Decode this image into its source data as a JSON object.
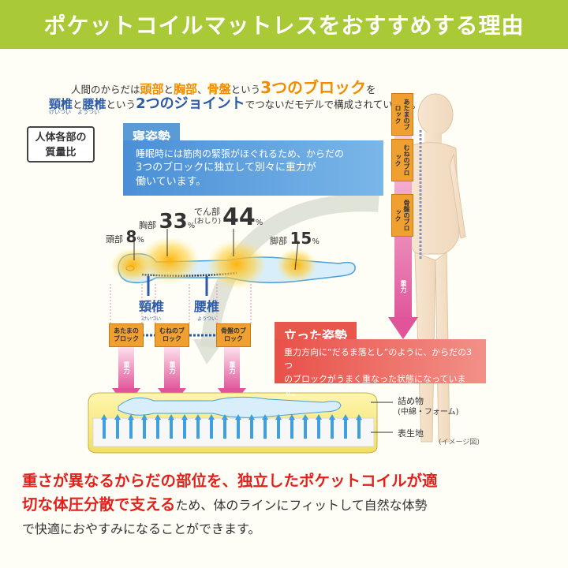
{
  "header": {
    "title": "ポケットコイルマットレスをおすすめする理由"
  },
  "intro": {
    "line1_a": "人間のからだは",
    "line1_head": "頭部",
    "line1_b": "と",
    "line1_chest": "胸部",
    "line1_c": "、",
    "line1_pelvis": "骨盤",
    "line1_d": "という",
    "line1_blocks": "3つのブロック",
    "line1_e": "を",
    "line2_neck": "頸椎",
    "line2_neck_ruby": "けいつい",
    "line2_a": "と",
    "line2_lumbar": "腰椎",
    "line2_lumbar_ruby": "ようつい",
    "line2_b": "という",
    "line2_joints": "2つのジョイント",
    "line2_c": "でつないだモデルで構成されています。"
  },
  "mass_ratio": {
    "line1": "人体各部の",
    "line2": "質量比"
  },
  "lying": {
    "tag": "寝姿勢",
    "desc1": "睡眠時には筋肉の緊張がほぐれるため、からだの",
    "desc2": "3つのブロックに独立して別々に重力が",
    "desc3": "働いています。"
  },
  "percentages": {
    "head_label": "頭部",
    "head_value": "8",
    "chest_label": "胸部",
    "chest_value": "33",
    "hip_label": "でん部",
    "hip_ruby": "(おしり)",
    "hip_value": "44",
    "leg_label": "脚部",
    "leg_value": "15",
    "unit": "%"
  },
  "joints": {
    "neck": "頸椎",
    "neck_ruby": "けいつい",
    "lumbar": "腰椎",
    "lumbar_ruby": "ようつい"
  },
  "blocks": {
    "head": "あたまのブロック",
    "chest": "むねのブロック",
    "pelvis": "骨盤のブロック",
    "gravity": "重力"
  },
  "standing": {
    "tag": "立った姿勢",
    "desc1": "重力方向に“だるま落とし”のように、からだの3つ",
    "desc2": "のブロックがうまく重なった状態になっています。"
  },
  "mattress": {
    "filling": "詰め物",
    "filling_sub": "(中綿・フォーム)",
    "fabric": "表生地",
    "note": "(イメージ図)"
  },
  "bottom": {
    "red1": "重さが異なるからだの部位を、独立したポケットコイルが適",
    "red2": "切な体圧分散で支える",
    "dark2": "ため、体のラインにフィットして自然な体勢",
    "dark3": "で快適におやすみになることができます。"
  },
  "colors": {
    "header_green": "#a9c937",
    "accent_orange": "#f08c00",
    "accent_blue": "#2b5aa8",
    "lying_blue": "#4a8fd6",
    "standing_red": "#e85048",
    "block_orange": "#f0a030",
    "body_blue": "#cfe8f7",
    "text_red": "#e2211c"
  },
  "icons": [
    "gravity-arrow-icon",
    "curved-arrow-icon",
    "coil-arrow-icon"
  ]
}
